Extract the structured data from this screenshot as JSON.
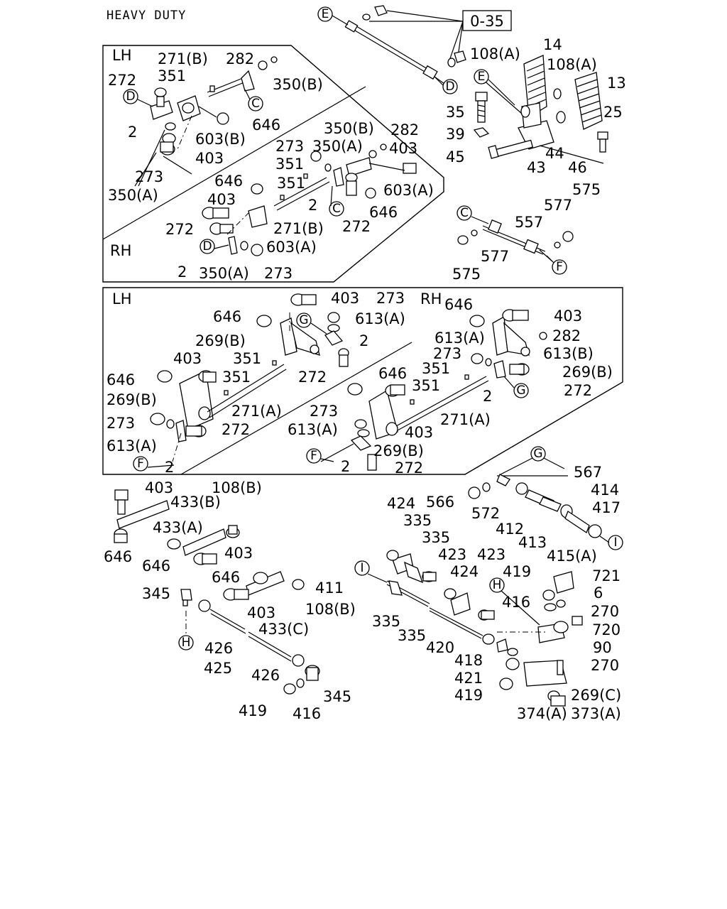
{
  "title": "HEAVY DUTY",
  "sections": {
    "lh": "LH",
    "rh": "RH"
  },
  "ref_box": "0-35",
  "markers": [
    "E",
    "D",
    "C",
    "F",
    "G",
    "I",
    "H"
  ],
  "part_numbers": {
    "p14": "14",
    "p13": "13",
    "p25": "25",
    "p35": "35",
    "p39": "39",
    "p45": "45",
    "p43": "43",
    "p44": "44",
    "p46": "46",
    "p108a": "108(A)",
    "p108b": "108(B)",
    "p271b": "271(B)",
    "p282": "282",
    "p351": "351",
    "p272": "272",
    "p350b": "350(B)",
    "p350a": "350(A)",
    "p646": "646",
    "p603b": "603(B)",
    "p603a": "603(A)",
    "p2": "2",
    "p403": "403",
    "p273": "273",
    "p575": "575",
    "p577": "577",
    "p557": "557",
    "p613a": "613(A)",
    "p613b": "613(B)",
    "p269b": "269(B)",
    "p271a": "271(A)",
    "p567": "567",
    "p414": "414",
    "p417": "417",
    "p415a": "415(A)",
    "p566": "566",
    "p572": "572",
    "p412": "412",
    "p413": "413",
    "p424": "424",
    "p335": "335",
    "p423": "423",
    "p411": "411",
    "p420": "420",
    "p418": "418",
    "p421": "421",
    "p419": "419",
    "p416": "416",
    "p721": "721",
    "p6": "6",
    "p270": "270",
    "p720": "720",
    "p90": "90",
    "p269c": "269(C)",
    "p374a": "374(A)",
    "p373a": "373(A)",
    "p433b": "433(B)",
    "p433a": "433(A)",
    "p433c": "433(C)",
    "p345": "345",
    "p426": "426",
    "p425": "425"
  }
}
